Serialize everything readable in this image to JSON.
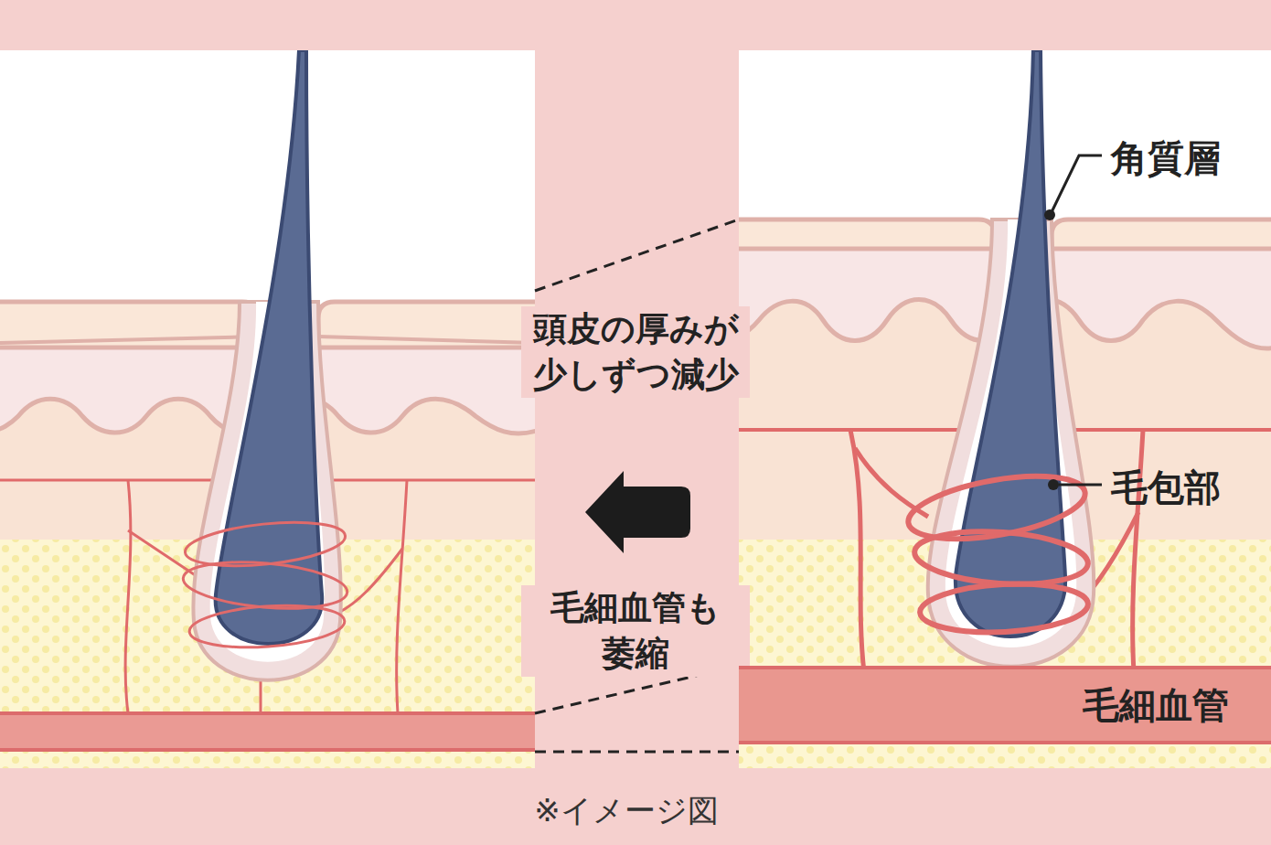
{
  "diagram": {
    "nodes": [
      {
        "text": [
          "毛細血管"
        ]
      }
    ],
    "labels": [
      "角質層",
      "毛包部",
      "頭皮の厚みが 少しずつ減少",
      "毛細血管も 萎縮",
      "※イメージ図"
    ]
  }
}
